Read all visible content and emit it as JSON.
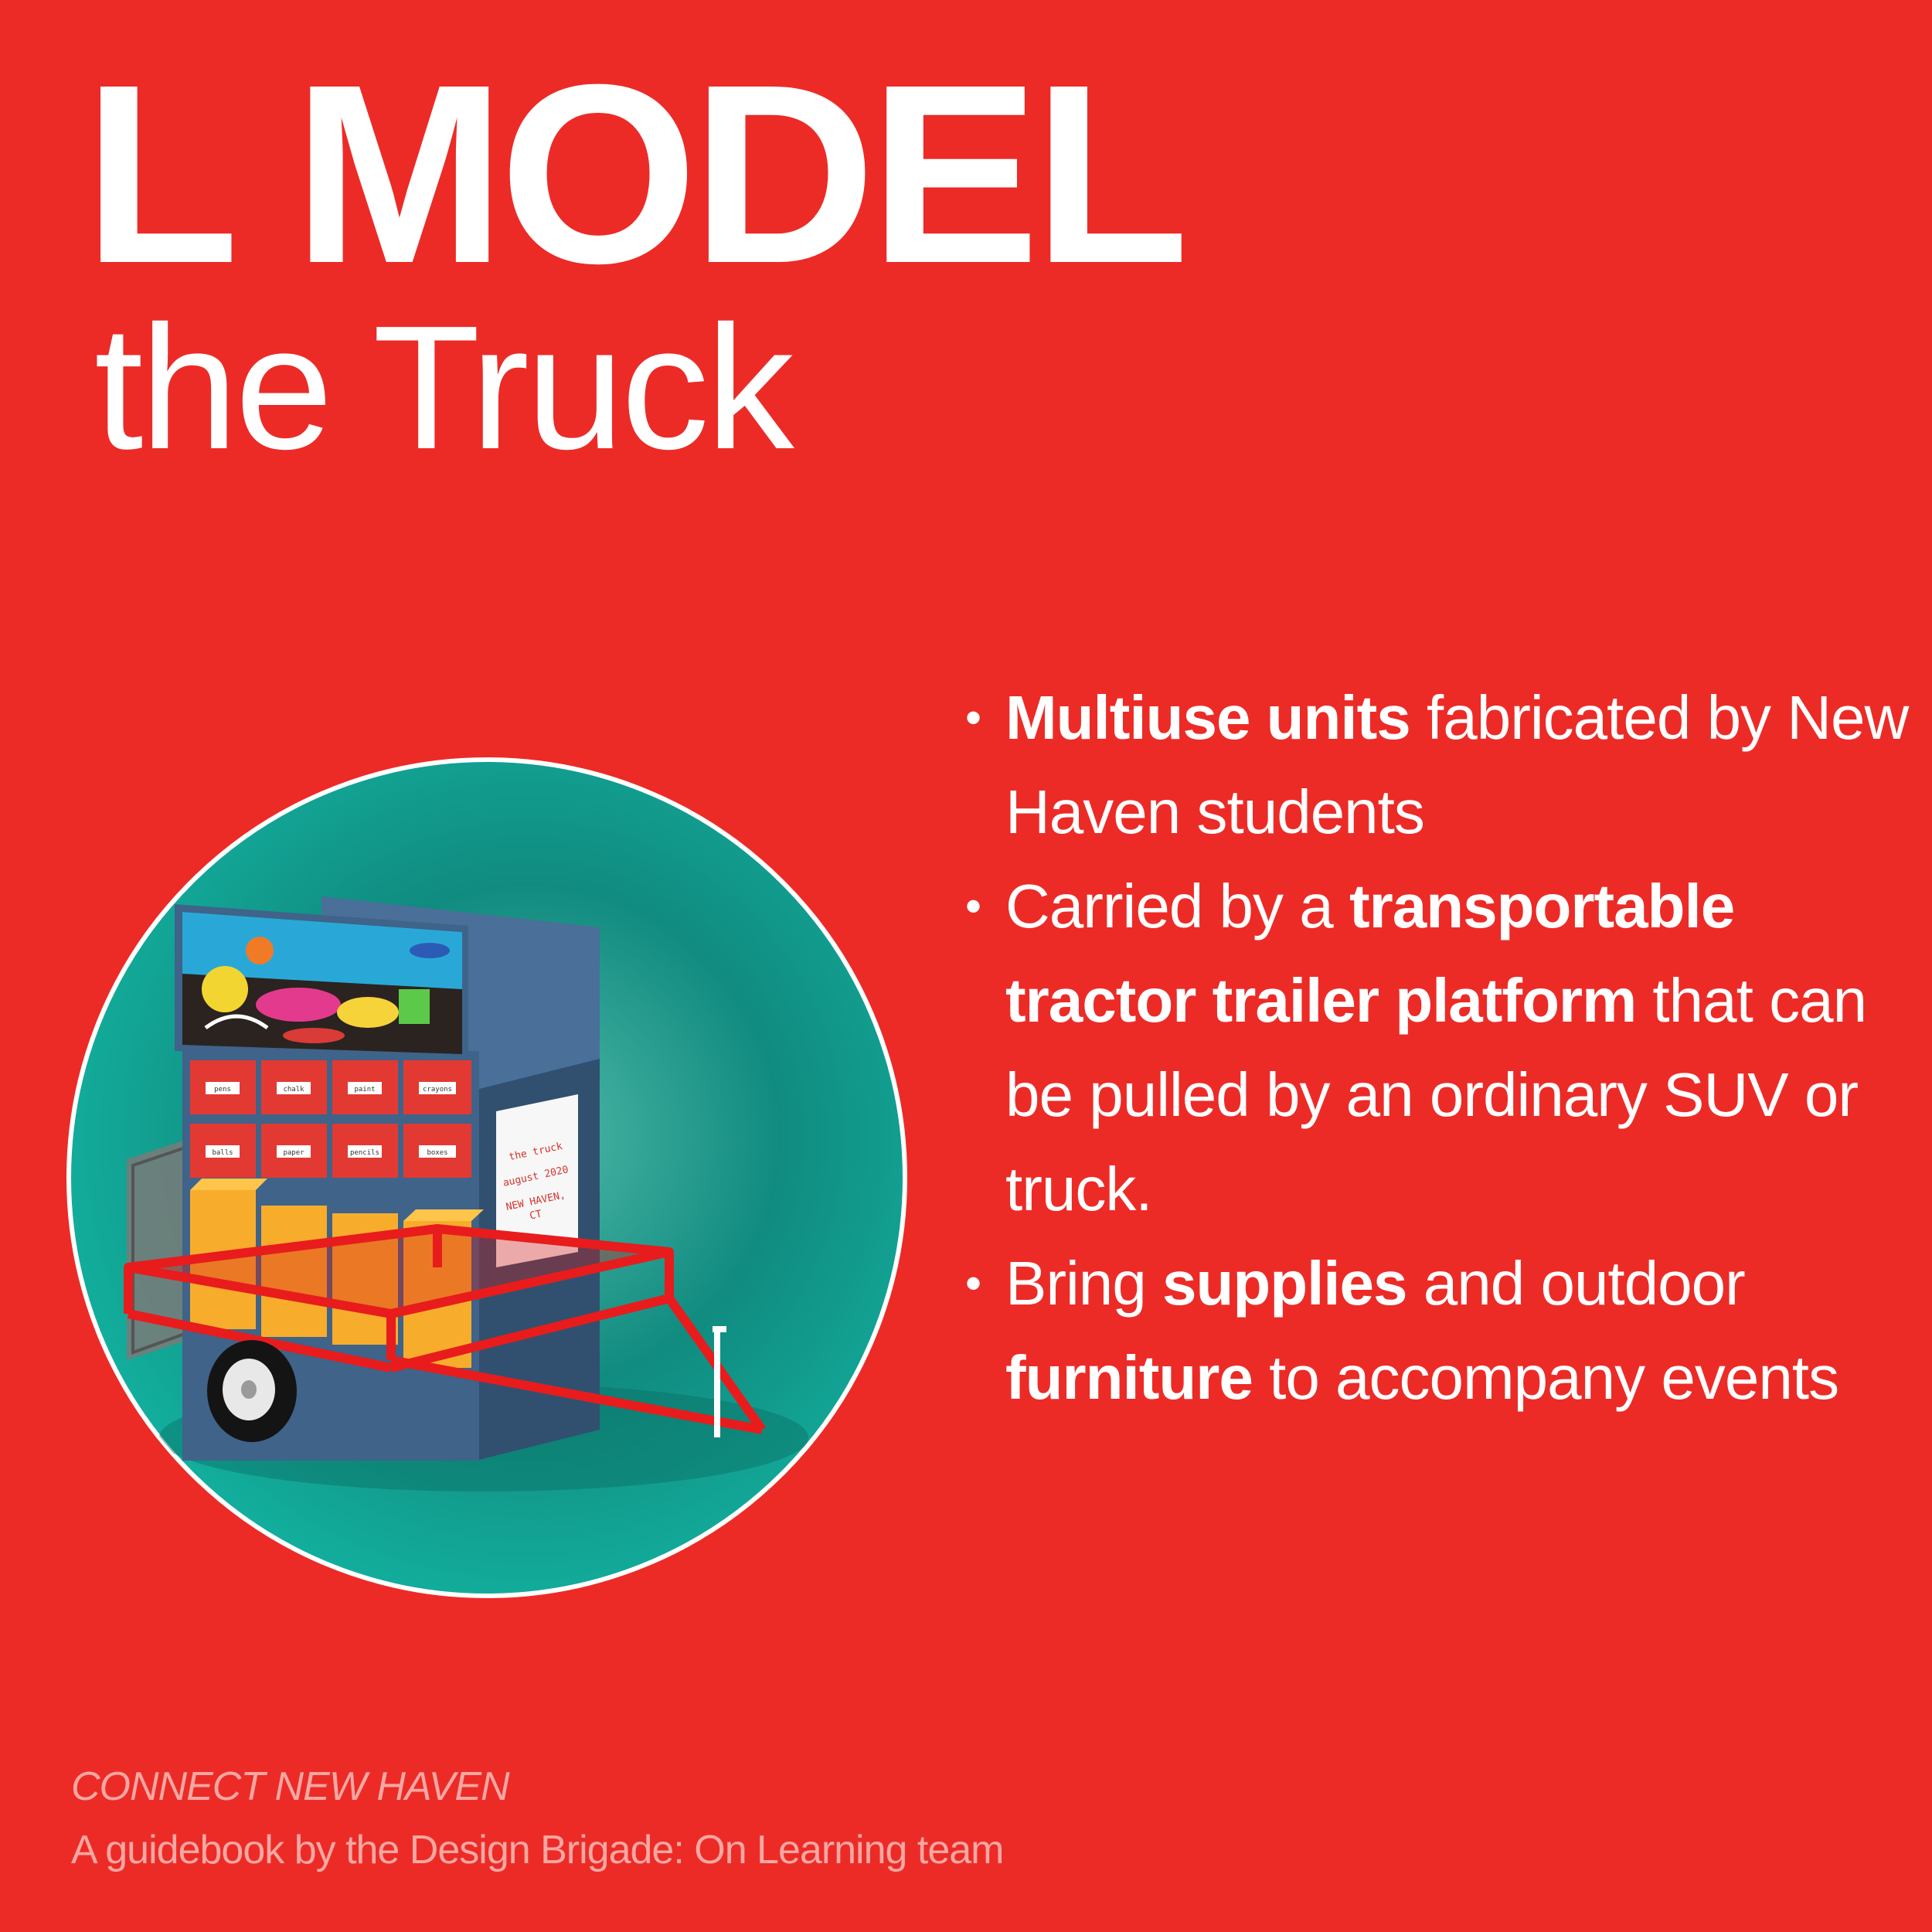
{
  "title": {
    "line1": "L MODEL",
    "line2": "the Truck"
  },
  "bullets": [
    {
      "segments": [
        {
          "text": "Multiuse units",
          "bold": true
        },
        {
          "text": " fabricated by New Haven students",
          "bold": false
        }
      ]
    },
    {
      "segments": [
        {
          "text": "Carried by a ",
          "bold": false
        },
        {
          "text": "transportable tractor trailer platform",
          "bold": true
        },
        {
          "text": " that can be pulled by an ordinary SUV or truck.",
          "bold": false
        }
      ]
    },
    {
      "segments": [
        {
          "text": "Bring ",
          "bold": false
        },
        {
          "text": "supplies",
          "bold": true
        },
        {
          "text": " and outdoor ",
          "bold": false
        },
        {
          "text": "furniture",
          "bold": true
        },
        {
          "text": " to accompany events",
          "bold": false
        }
      ]
    }
  ],
  "bullet_glyph": "•",
  "illustration": {
    "bin_labels": [
      "pens",
      "chalk",
      "paint",
      "crayons",
      "balls",
      "paper",
      "pencils",
      "boxes"
    ],
    "side_sign": [
      "the truck",
      "august 2020",
      "NEW HAVEN,",
      "CT"
    ]
  },
  "footer": {
    "line1": "CONNECT NEW HAVEN",
    "line2": "A guidebook by the Design Brigade: On Learning team"
  },
  "colors": {
    "background": "#ec2b27",
    "circle_teal": "#14a596",
    "trailer_red": "#e81c1c",
    "cabinet_blue": "#3e5f86",
    "bin_red": "#e23a33",
    "crate_yellow": "#f7ad2b",
    "footer_text": "#f7a7a2"
  }
}
